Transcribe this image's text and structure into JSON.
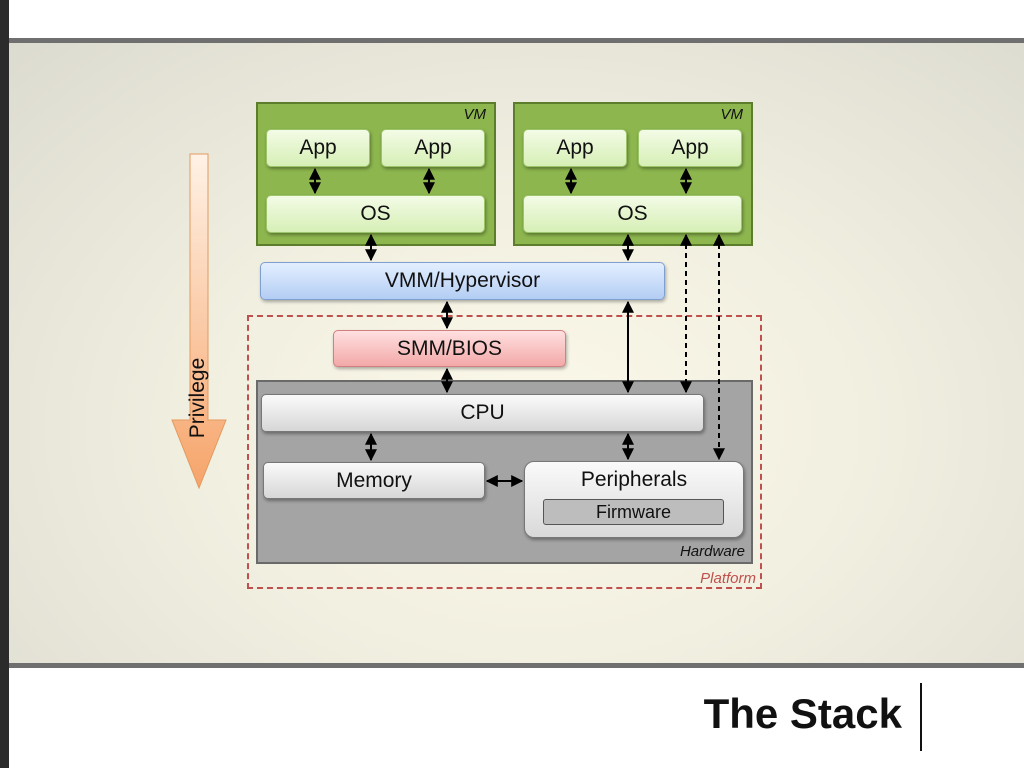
{
  "slide": {
    "title": "The Stack"
  },
  "diagram": {
    "vm_left": {
      "label": "VM",
      "app1": "App",
      "app2": "App",
      "os": "OS"
    },
    "vm_right": {
      "label": "VM",
      "app1": "App",
      "app2": "App",
      "os": "OS"
    },
    "hypervisor": "VMM/Hypervisor",
    "smm_bios": "SMM/BIOS",
    "cpu": "CPU",
    "memory": "Memory",
    "peripherals": "Peripherals",
    "firmware": "Firmware",
    "hardware_label": "Hardware",
    "platform_label": "Platform",
    "privilege": "Privilege"
  },
  "colors": {
    "vm_green": "#8db64e",
    "hypervisor_blue": "#b3cdf3",
    "bios_red": "#f3a8a8",
    "hardware_gray": "#a4a4a4",
    "platform_dash": "#c0504d",
    "privilege_arrow": "#f9b98a"
  }
}
